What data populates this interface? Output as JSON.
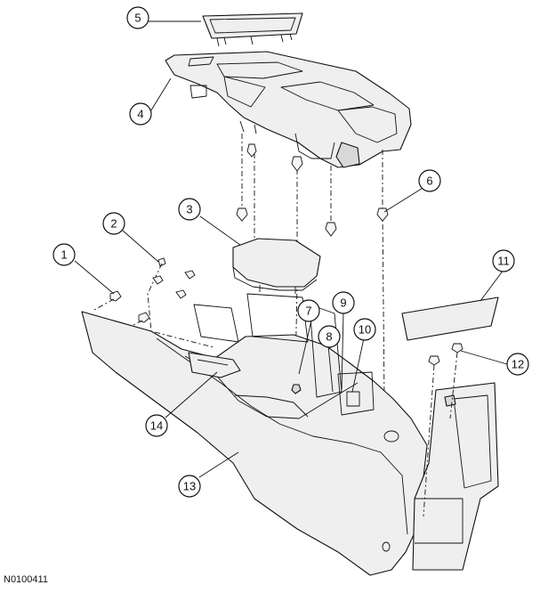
{
  "figure": {
    "id": "N0100411",
    "callouts": [
      "1",
      "2",
      "3",
      "4",
      "5",
      "6",
      "7",
      "8",
      "9",
      "10",
      "11",
      "12",
      "13",
      "14"
    ]
  }
}
